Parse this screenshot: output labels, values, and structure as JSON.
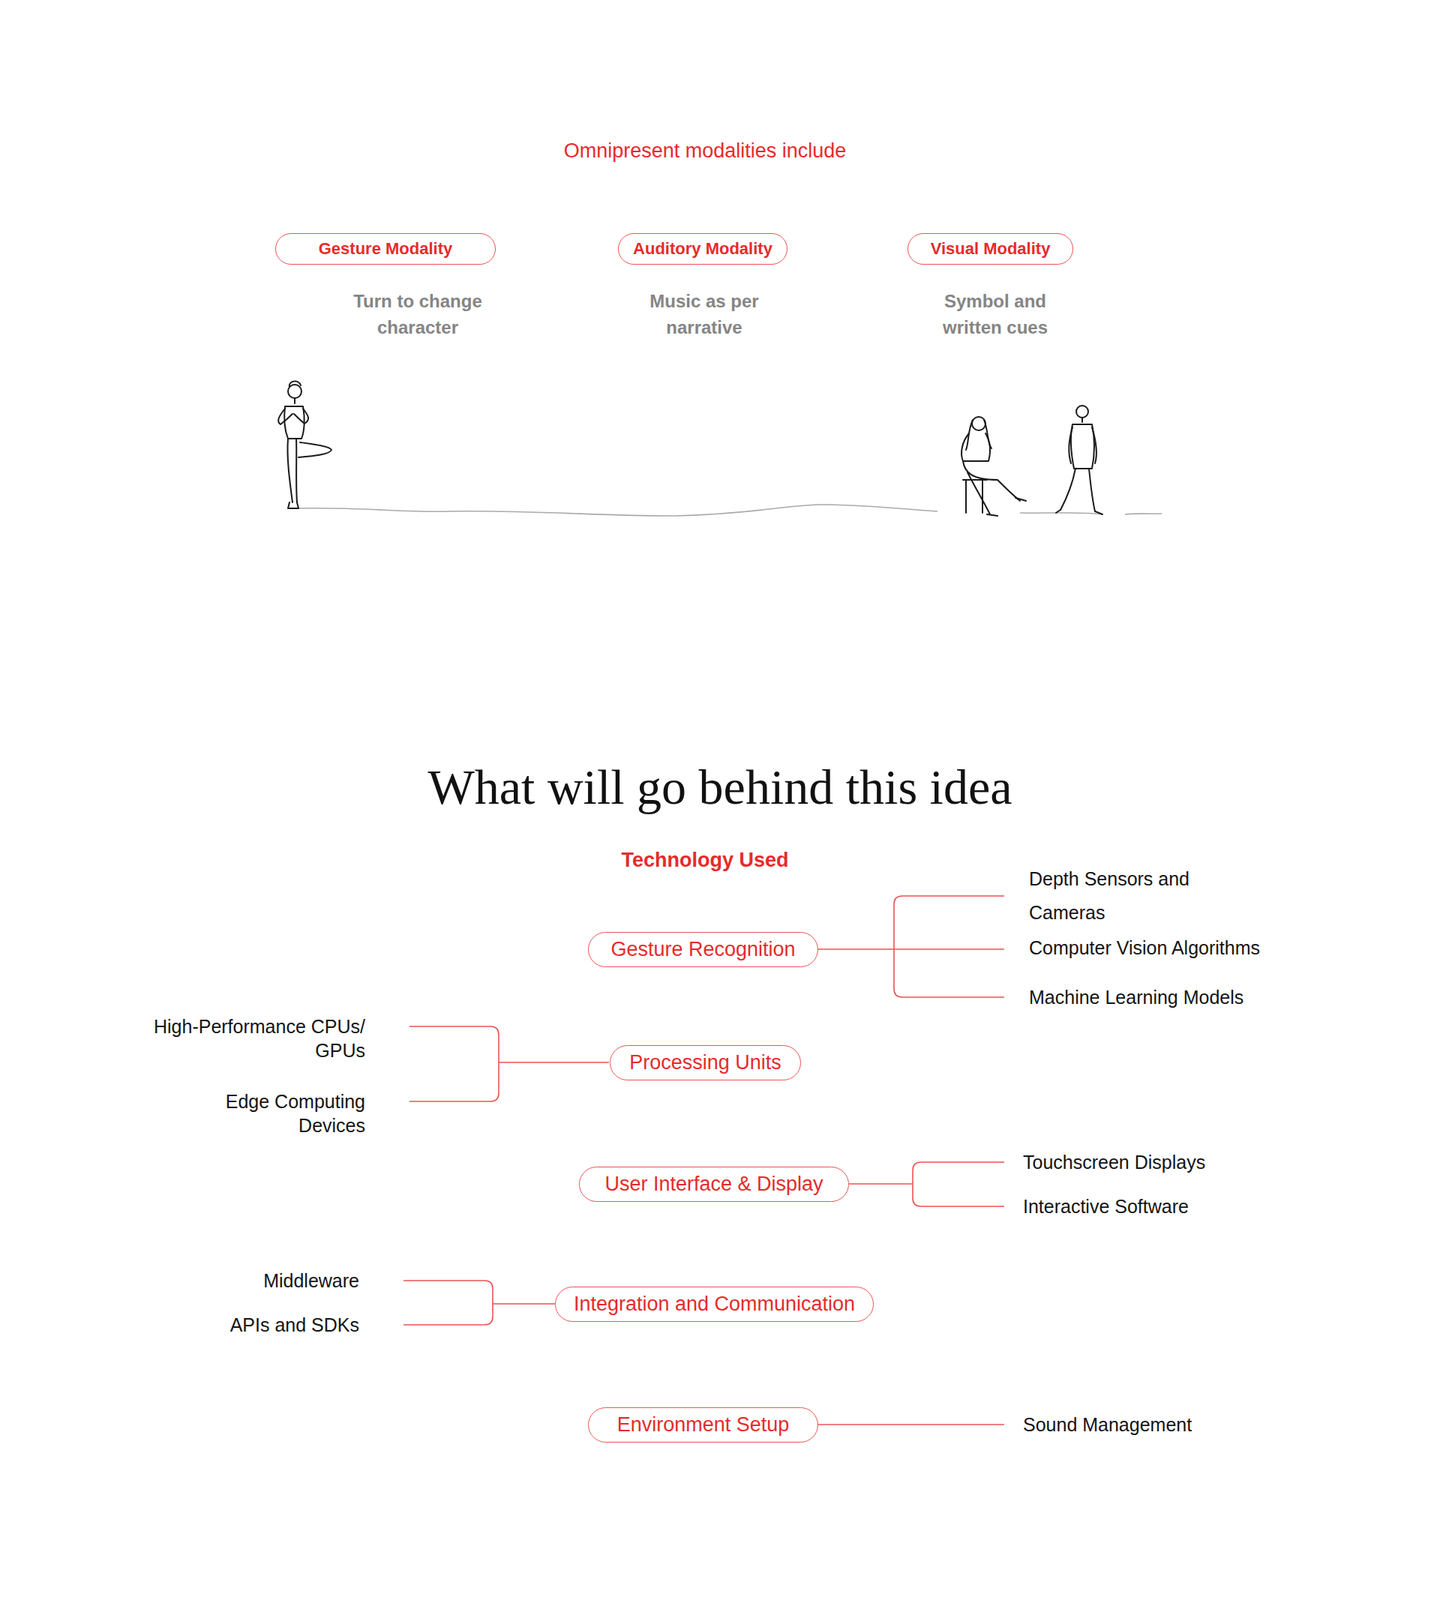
{
  "diagram": {
    "title": "What will go behind this idea",
    "nodes": [
      {
        "text": [
          "Gesture Modality"
        ]
      },
      {
        "text": [
          "Auditory Modality"
        ]
      },
      {
        "text": [
          "Visual Modality"
        ]
      },
      {
        "text": [
          "Gesture Recognition"
        ]
      },
      {
        "text": [
          "Processing Units"
        ]
      },
      {
        "text": [
          "User Interface & Display"
        ]
      },
      {
        "text": [
          "Integration and Communication"
        ]
      },
      {
        "text": [
          "Environment Setup"
        ]
      }
    ],
    "labels": [
      "Omnipresent modalities include",
      "Turn to change character",
      "Music as per narrative",
      "Symbol and written cues",
      "Technology Used",
      "Depth Sensors and Cameras",
      "Computer Vision Algorithms",
      "Machine Learning Models",
      "High-Performance CPUs/ GPUs",
      "Edge Computing Devices",
      "Middleware",
      "APIs and SDKs",
      "Touchscreen Displays",
      "Interactive Software",
      "Sound Management"
    ]
  }
}
